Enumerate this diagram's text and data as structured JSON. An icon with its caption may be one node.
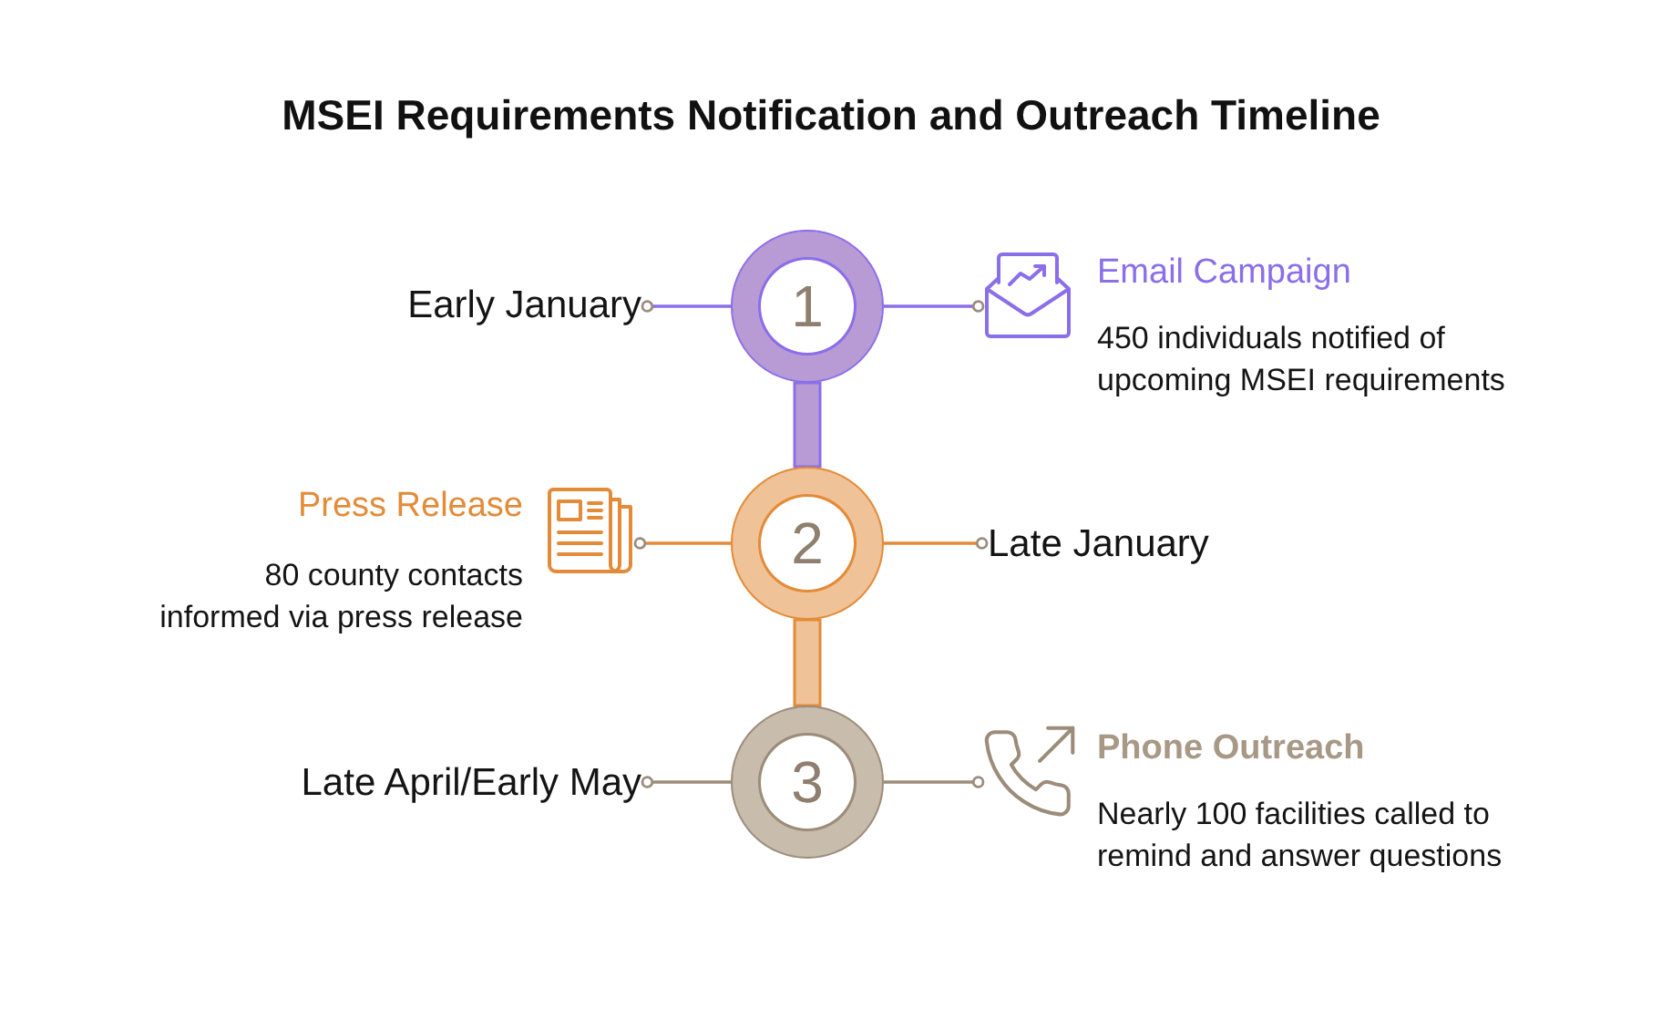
{
  "diagram": {
    "title": "MSEI Requirements Notification and Outreach Timeline",
    "nodes": [
      {
        "text": [
          "Early January"
        ]
      },
      {
        "text": [
          "1"
        ]
      },
      {
        "text": [],
        "shape": "picture",
        "beside": [
          "Email Campaign",
          "450 individuals notified of upcoming MSEI requirements"
        ]
      },
      {
        "text": [],
        "shape": "picture",
        "beside": [
          "Press Release",
          "80 county contacts informed via press release"
        ]
      },
      {
        "text": [
          "2"
        ]
      },
      {
        "text": [
          "Late January"
        ]
      },
      {
        "text": [
          "Late April/Early May"
        ]
      },
      {
        "text": [
          "3"
        ]
      },
      {
        "text": [],
        "shape": "picture",
        "beside": [
          "Phone Outreach",
          "Nearly 100 facilities called to remind and answer questions"
        ]
      }
    ],
    "edges": [
      {
        "from": 1,
        "to": 0,
        "arrow": "other",
        "color": "#8b6ee9"
      },
      {
        "from": 1,
        "to": 2,
        "arrow": "other",
        "color": "#8b6ee9"
      },
      {
        "from": 1,
        "to": 4,
        "arrow": "none",
        "style": "thick",
        "color": "#b89bd4"
      },
      {
        "from": 4,
        "to": 3,
        "arrow": "other",
        "color": "#e38b38"
      },
      {
        "from": 4,
        "to": 5,
        "arrow": "other",
        "color": "#e38b38"
      },
      {
        "from": 4,
        "to": 7,
        "arrow": "none",
        "style": "thick",
        "color": "#f0c297"
      },
      {
        "from": 7,
        "to": 6,
        "arrow": "other",
        "color": "#9c8c7a"
      },
      {
        "from": 7,
        "to": 8,
        "arrow": "other",
        "color": "#9c8c7a"
      }
    ]
  }
}
